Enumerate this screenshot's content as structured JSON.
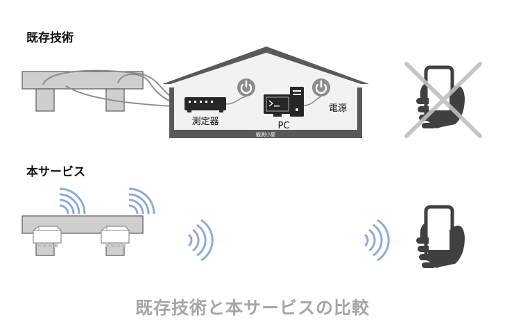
{
  "existing": {
    "title": "既存技術",
    "labels": {
      "device": "測定器",
      "pc": "PC",
      "power": "電源",
      "hut": "観測小屋"
    }
  },
  "new_service": {
    "title": "本サービス"
  },
  "caption": "既存技術と本サービスの比較",
  "colors": {
    "beam_fill": "#d0cece",
    "beam_stroke": "#5b5b5b",
    "house": "#595959",
    "house_fill": "#f2f2f2",
    "wave": "#8ea9db",
    "cross": "#bfbfbf",
    "caption": "#a6a6a6",
    "icon_dark": "#404040",
    "power_icon": "#8c8c8c"
  },
  "icons": [
    "power-icon",
    "measuring-device-icon",
    "pc-icon",
    "smartphone-hand-icon",
    "wireless-sensor-icon",
    "wifi-wave-icon"
  ]
}
